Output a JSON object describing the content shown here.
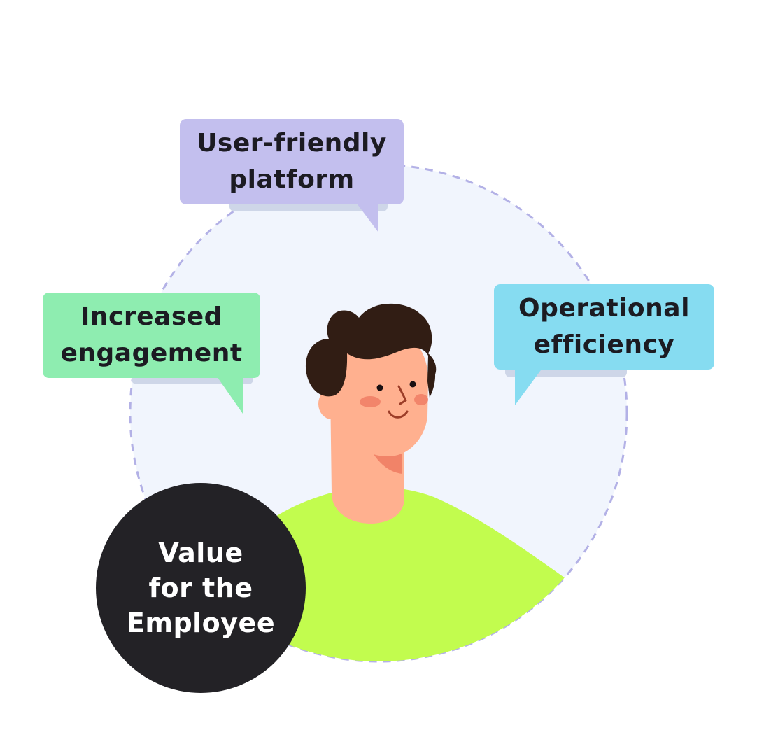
{
  "bubbles": {
    "user_friendly": {
      "line1": "User-friendly",
      "line2": "platform",
      "color": "#c3bfee"
    },
    "engagement": {
      "line1": "Increased",
      "line2": "engagement",
      "color": "#8eedb0"
    },
    "operational": {
      "line1": "Operational",
      "line2": "efficiency",
      "color": "#86dcf1"
    }
  },
  "center_badge": {
    "line1": "Value",
    "line2": "for the",
    "line3": "Employee",
    "color": "#232226"
  },
  "palette": {
    "background_circle": "#f1f5fd",
    "dashed_ring": "#b3b1e6",
    "shirt": "#c2fc4e",
    "skin": "#ffb08f",
    "hair": "#311d14",
    "cheek": "#ef7b62",
    "bubble_shadow": "#ced6e8"
  },
  "icons": {
    "person": "employee-person-illustration"
  }
}
